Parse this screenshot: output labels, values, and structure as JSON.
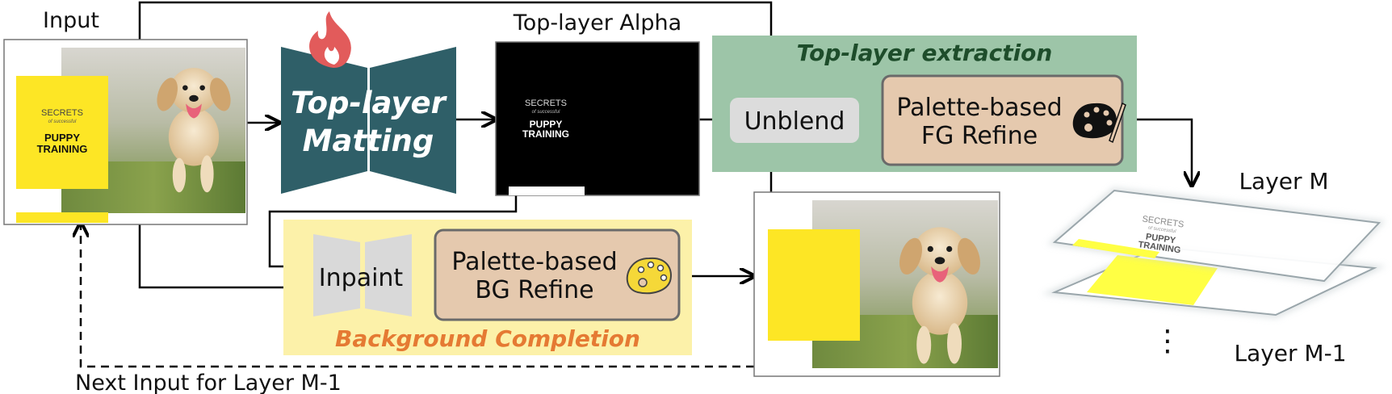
{
  "labels": {
    "input": "Input",
    "alpha_title": "Top-layer Alpha",
    "matting_line1": "Top-layer",
    "matting_line2": "Matting",
    "extraction_title": "Top-layer extraction",
    "unblend": "Unblend",
    "fg_refine_line1": "Palette-based",
    "fg_refine_line2": "FG Refine",
    "inpaint": "Inpaint",
    "bg_refine_line1": "Palette-based",
    "bg_refine_line2": "BG Refine",
    "bg_completion_title": "Background Completion",
    "next_input": "Next Input for Layer M-1",
    "layer_m": "Layer M",
    "layer_m1": "Layer M-1",
    "ellipsis": "⋮"
  },
  "poster": {
    "line1": "SECRETS",
    "line2": "of successful",
    "line3": "PUPPY",
    "line4": "TRAINING"
  },
  "colors": {
    "matting_fill": "#2f5f68",
    "flame": "#e25b5b",
    "extraction_bg": "#9dc5a8",
    "extraction_title": "#1e4d2b",
    "refine_fill": "#e5c9ae",
    "refine_stroke": "#6a6a6a",
    "unblend_fill": "#dcdcdc",
    "bg_completion_bg": "#fcf1a9",
    "bg_completion_title": "#e57a33",
    "poster_yellow": "#fde625",
    "palette_yellow": "#f5d838",
    "palette_black": "#111111"
  },
  "icons": [
    "flame-icon",
    "palette-icon"
  ]
}
